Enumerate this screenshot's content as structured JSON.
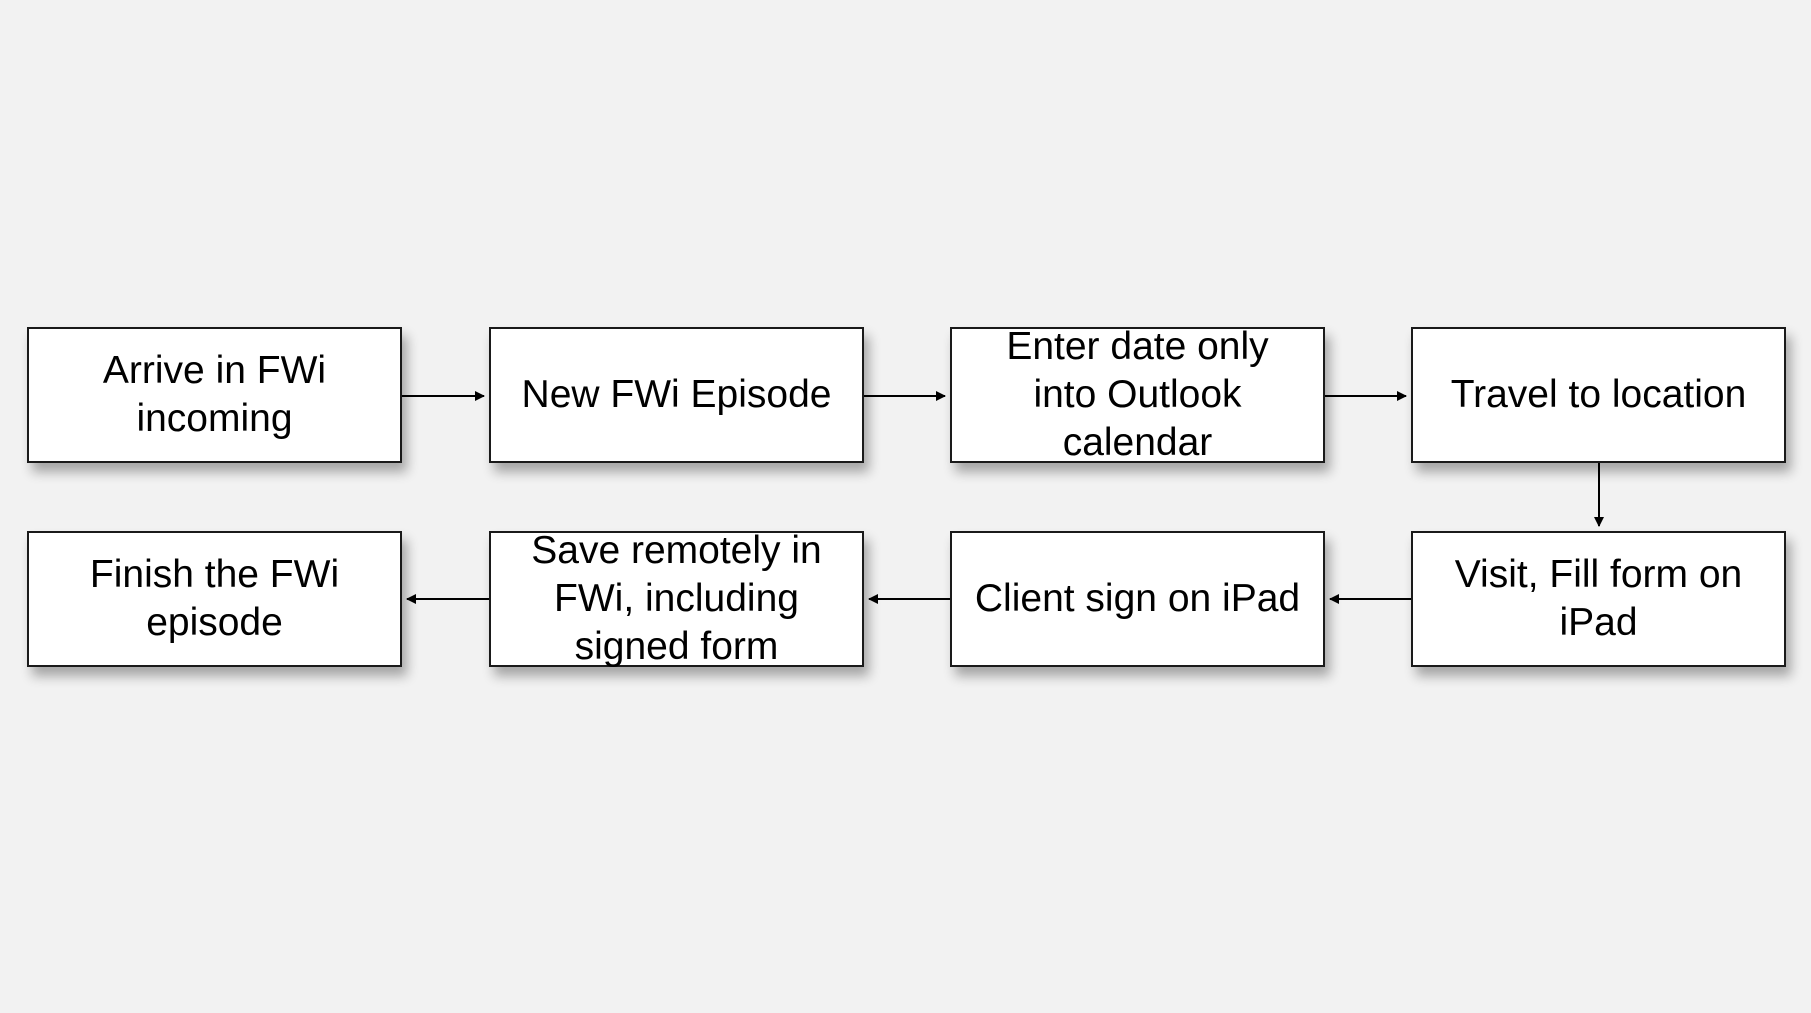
{
  "nodes": [
    {
      "id": "n1",
      "label": "Arrive in FWi incoming"
    },
    {
      "id": "n2",
      "label": "New FWi Episode"
    },
    {
      "id": "n3",
      "label": "Enter date only into Outlook calendar"
    },
    {
      "id": "n4",
      "label": "Travel to location"
    },
    {
      "id": "n5",
      "label": "Visit, Fill form on iPad"
    },
    {
      "id": "n6",
      "label": "Client sign on iPad"
    },
    {
      "id": "n7",
      "label": "Save remotely in FWi, including signed form"
    },
    {
      "id": "n8",
      "label": "Finish the FWi episode"
    }
  ],
  "edges": [
    {
      "from": "n1",
      "to": "n2"
    },
    {
      "from": "n2",
      "to": "n3"
    },
    {
      "from": "n3",
      "to": "n4"
    },
    {
      "from": "n4",
      "to": "n5"
    },
    {
      "from": "n5",
      "to": "n6"
    },
    {
      "from": "n6",
      "to": "n7"
    },
    {
      "from": "n7",
      "to": "n8"
    }
  ]
}
